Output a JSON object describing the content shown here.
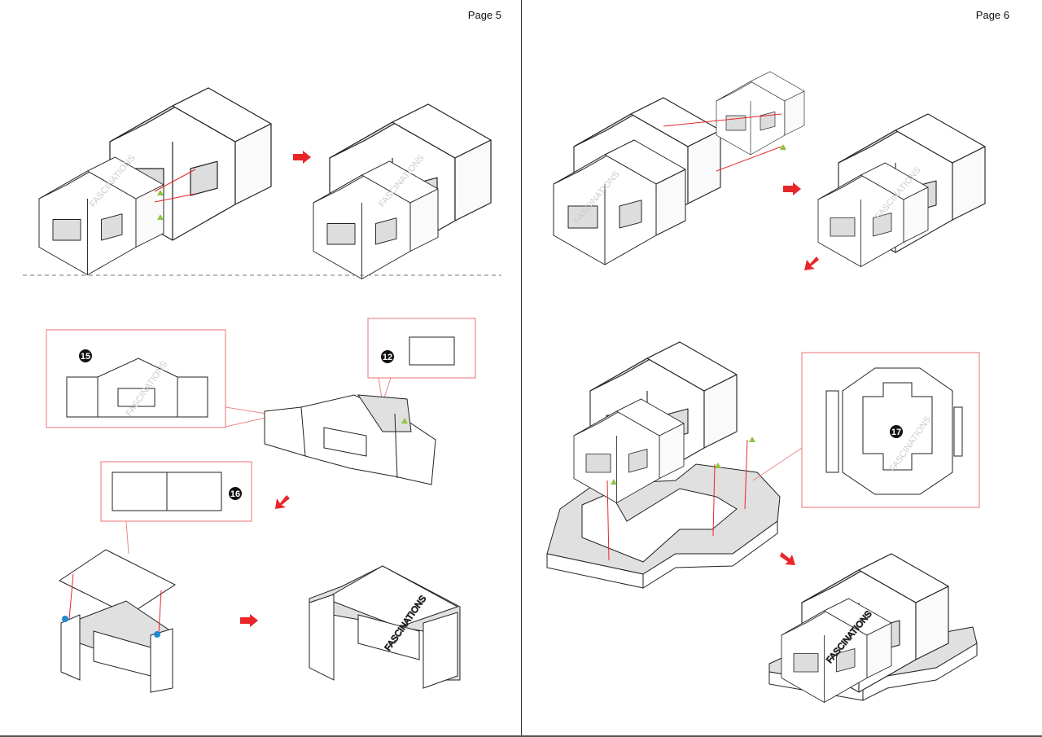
{
  "pages": [
    {
      "label": "Page 5"
    },
    {
      "label": "Page 6"
    }
  ],
  "parts": {
    "p15": "15",
    "p12": "12",
    "p16": "16",
    "p17": "17"
  },
  "watermark": "FASCINATIONS",
  "colors": {
    "arrow": "#e8262a",
    "callout": "#ee8888",
    "marker_green": "#8dc63f",
    "marker_blue": "#1a8ccf",
    "shade": "#e0e0e0"
  }
}
